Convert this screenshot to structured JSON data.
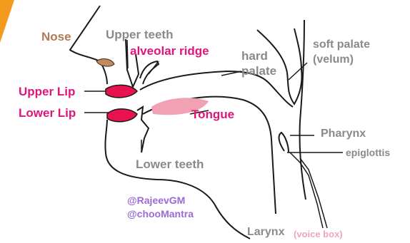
{
  "labels": {
    "nose": "Nose",
    "upper_teeth": "Upper teeth",
    "alveolar_ridge": "alveolar ridge",
    "hard_palate_1": "hard",
    "hard_palate_2": "palate",
    "soft_palate_1": "soft palate",
    "soft_palate_2": "(velum)",
    "upper_lip": "Upper Lip",
    "lower_lip": "Lower Lip",
    "tongue": "Tongue",
    "pharynx": "Pharynx",
    "epiglottis": "epiglottis",
    "lower_teeth": "Lower teeth",
    "credit_1": "@RajeevGM",
    "credit_2": "@chooMantra",
    "larynx": "Larynx",
    "voice_box": "(voice box)"
  },
  "colors": {
    "line": "#1a1a1a",
    "label_gray": "#8a8a8a",
    "label_magenta": "#e0157a",
    "label_purple": "#9b6ad6",
    "nose_label": "#b07a57",
    "lip_fill": "#e8124f",
    "tongue_fill": "#f2a0b4",
    "accent_triangle": "#f39a1e",
    "nostril_fill": "#c48a5c"
  }
}
